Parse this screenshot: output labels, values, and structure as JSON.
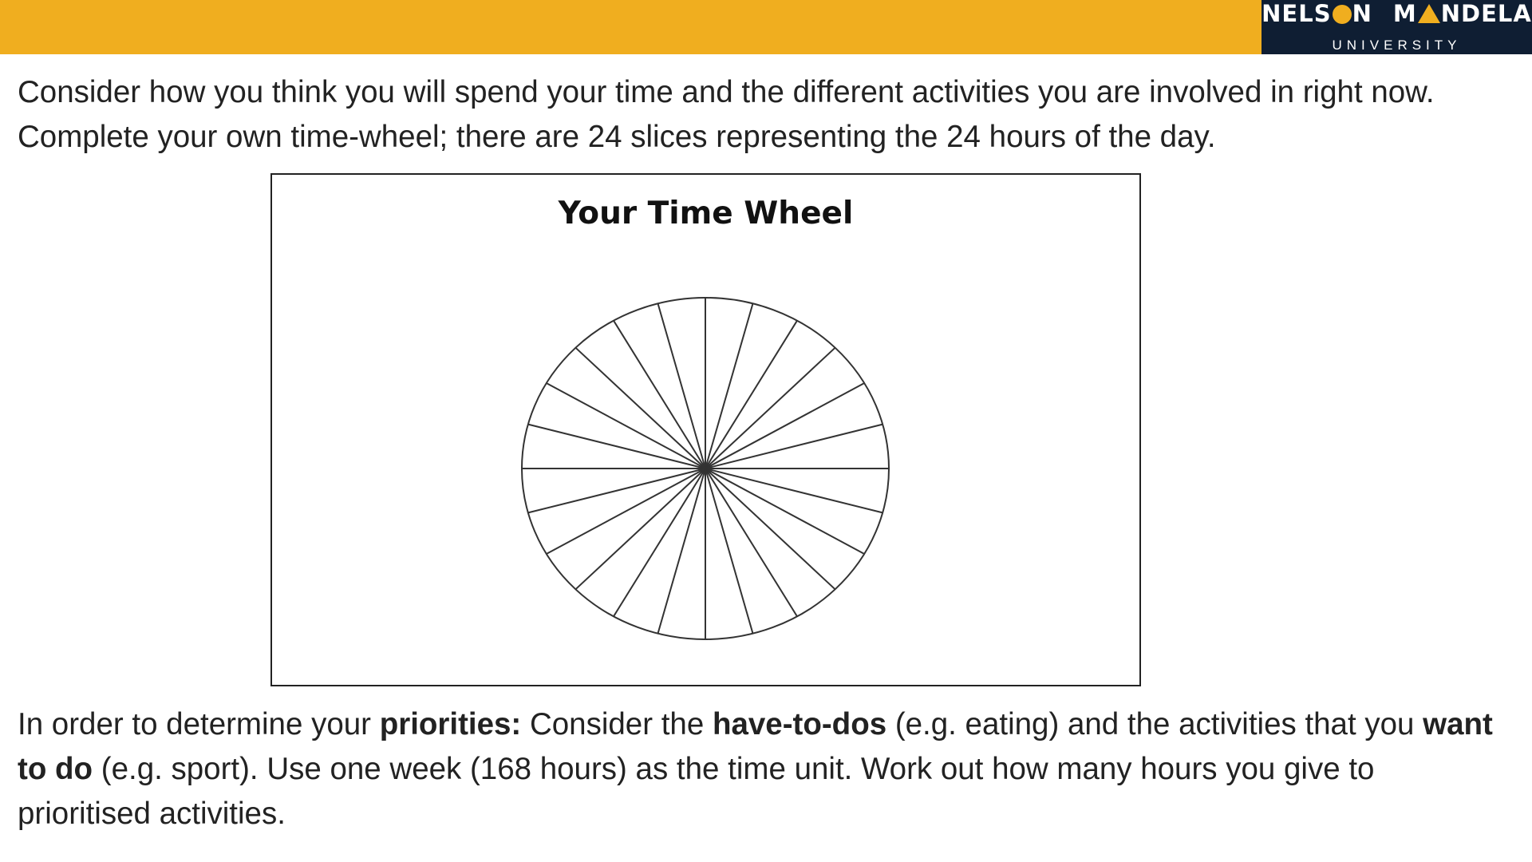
{
  "header": {
    "bar_color": "#F0AE1F",
    "logo": {
      "word1_part1": "NELS",
      "word1_part2": "N",
      "word2_part1": "M",
      "word2_part2": "NDELA",
      "subtitle": "UNIVERSITY",
      "background": "#0F1E33",
      "accent": "#F0AE1F"
    }
  },
  "intro": {
    "text": "Consider how you think you will spend your time and the different activities you are involved in right now. Complete your own time-wheel; there are 24 slices representing the 24 hours of the day."
  },
  "wheel": {
    "title": "Your Time Wheel",
    "slices": 24
  },
  "priorities": {
    "t1": "In order to determine your ",
    "b1": "priorities:",
    "t2": " Consider the ",
    "b2": "have-to-dos",
    "t3": " (e.g. eating) and the activities that you ",
    "b3": "want to do",
    "t4": " (e.g. sport). Use one week (168 hours) as the time unit.  Work out how many hours you give to prioritised activities."
  }
}
